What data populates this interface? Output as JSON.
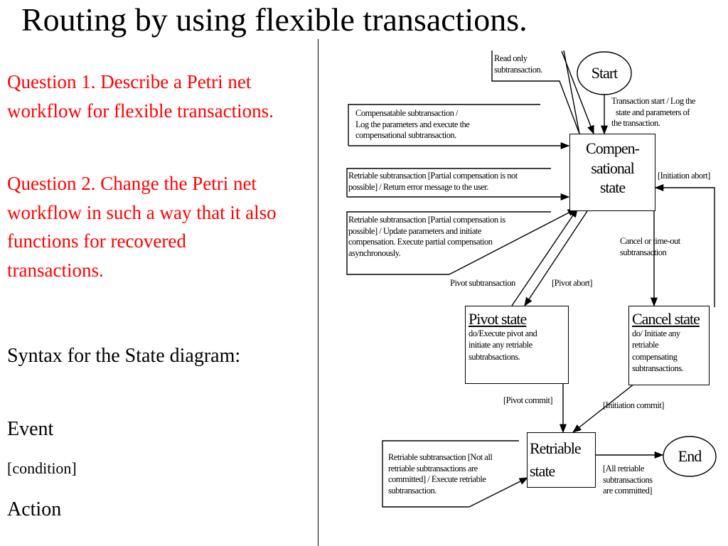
{
  "slide": {
    "title": "Routing by using flexible transactions.",
    "question1": "Question 1. Describe a Petri net workflow for flexible transactions.",
    "question2": "Question 2. Change the Petri net workflow in such a way that it also functions for recovered transactions.",
    "syntax_heading": "Syntax for the State diagram:",
    "syntax_event": "Event",
    "syntax_condition": "[condition]",
    "syntax_action": "Action"
  },
  "diagram": {
    "start": "Start",
    "end": "End",
    "comp_state": [
      "Compen-",
      "sational",
      "state"
    ],
    "pivot_state": {
      "title": "Pivot state",
      "body": [
        "do/Execute pivot and",
        "initiate any retriable",
        "subtrabsactions."
      ]
    },
    "cancel_state": {
      "title": "Cancel state",
      "body": [
        "do/ Initiate any",
        "retriable",
        "compensating",
        "subtransactions."
      ]
    },
    "retriable_state": [
      "Retriable",
      "state"
    ],
    "notes": {
      "read_only": [
        "Read only",
        "subtransaction."
      ],
      "tx_start": [
        "Transaction start / Log the",
        "state and parameters of",
        "the transaction."
      ],
      "compensatable": [
        "Compensatable subtransaction /",
        "Log the parameters and execute the",
        "compensational subtransaction."
      ],
      "retriable_not_possible": [
        "Retriable subtransaction [Partial compensation is not",
        "possible] / Return error message to the user."
      ],
      "retriable_possible": [
        "Retriable subtransaction [Partial compensation is",
        "possible] / Update parameters and initiate",
        "compensation. Execute partial compensation",
        "asynchronously."
      ],
      "initiation_abort": "[Initiation abort]",
      "cancel_timeout": [
        "Cancel  or time-out",
        "subtransaction"
      ],
      "pivot_subtransaction": "Pivot subtransaction",
      "pivot_abort": "[Pivot abort]",
      "pivot_commit": "[Pivot commit]",
      "initiation_commit": "[Initiation  commit]",
      "retriable_not_all": [
        "Retriable subtransaction [Not all",
        "retriable subtransactions are",
        "committed] / Execute retriable",
        "subtransaction."
      ],
      "all_committed": [
        "[All retriable",
        "subtransactions",
        "are committed]"
      ]
    }
  }
}
